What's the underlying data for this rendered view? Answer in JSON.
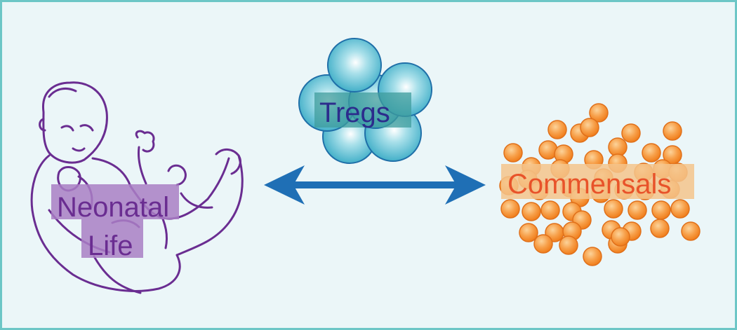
{
  "labels": {
    "tregs": "Tregs",
    "neonatal_line1": "Neonatal",
    "neonatal_line2": "Life",
    "commensals": "Commensals"
  },
  "icons": {
    "left": "newborn-baby-line-drawing",
    "center": "treg-cell-cluster",
    "right": "commensal-bacteria-cluster",
    "link": "double-headed-arrow"
  },
  "colors": {
    "background": "#ebf6f8",
    "border": "#6cc6c6",
    "baby_line": "#6a2d91",
    "neonatal_box": "#a97fc4",
    "neonatal_text": "#6a2d91",
    "treg_cell": "#35a9c4",
    "treg_box": "#3f9c9c",
    "treg_text": "#2c2c8c",
    "bacteria": "#f58a2a",
    "commensal_box": "#f5c48c",
    "commensal_text": "#e8532a",
    "arrow": "#1f6fb5"
  }
}
